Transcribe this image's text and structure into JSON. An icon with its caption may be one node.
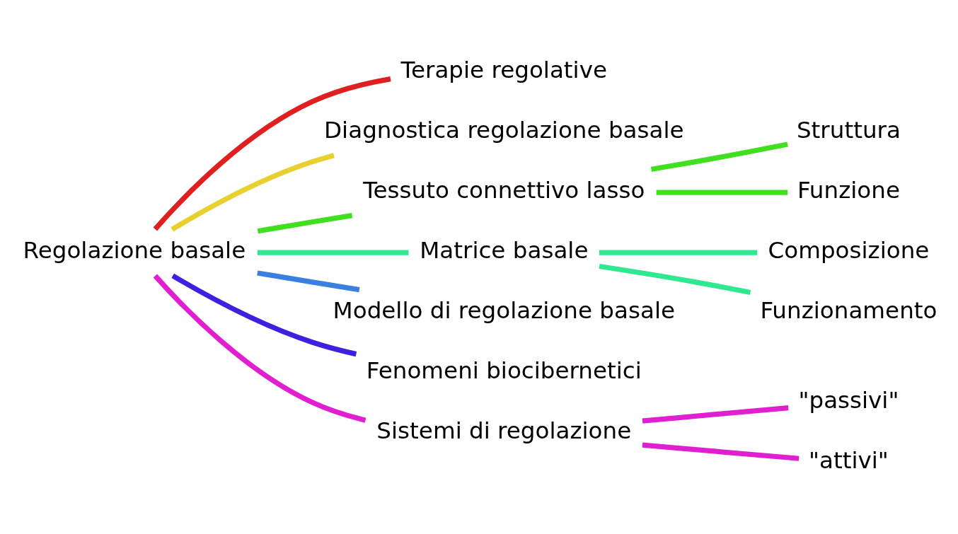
{
  "diagram": {
    "nodes": [
      {
        "text": [
          "Regolazione basale"
        ]
      },
      {
        "text": [
          "Terapie regolative"
        ]
      },
      {
        "text": [
          "Diagnostica regolazione basale"
        ]
      },
      {
        "text": [
          "Tessuto connettivo lasso"
        ]
      },
      {
        "text": [
          "Struttura"
        ]
      },
      {
        "text": [
          "Funzione"
        ]
      },
      {
        "text": [
          "Matrice basale"
        ]
      },
      {
        "text": [
          "Composizione"
        ]
      },
      {
        "text": [
          "Funzionamento"
        ]
      },
      {
        "text": [
          "Modello di regolazione basale"
        ]
      },
      {
        "text": [
          "Fenomeni biocibernetici"
        ]
      },
      {
        "text": [
          "Sistemi di regolazione"
        ]
      },
      {
        "text": [
          "\"passivi\""
        ]
      },
      {
        "text": [
          "\"attivi\""
        ]
      }
    ],
    "edges": [
      {
        "from": 0,
        "to": 1,
        "arrow": "none",
        "color": "#e02020"
      },
      {
        "from": 0,
        "to": 2,
        "arrow": "none",
        "color": "#e8d030"
      },
      {
        "from": 0,
        "to": 3,
        "arrow": "none",
        "color": "#40e020"
      },
      {
        "from": 3,
        "to": 4,
        "arrow": "none",
        "color": "#40e020"
      },
      {
        "from": 3,
        "to": 5,
        "arrow": "none",
        "color": "#40e020"
      },
      {
        "from": 0,
        "to": 6,
        "arrow": "none",
        "color": "#30e890"
      },
      {
        "from": 6,
        "to": 7,
        "arrow": "none",
        "color": "#30e890"
      },
      {
        "from": 6,
        "to": 8,
        "arrow": "none",
        "color": "#30e890"
      },
      {
        "from": 0,
        "to": 9,
        "arrow": "none",
        "color": "#3a80e0"
      },
      {
        "from": 0,
        "to": 10,
        "arrow": "none",
        "color": "#4020e0"
      },
      {
        "from": 0,
        "to": 11,
        "arrow": "none",
        "color": "#e020d0"
      },
      {
        "from": 11,
        "to": 12,
        "arrow": "none",
        "color": "#e020d0"
      },
      {
        "from": 11,
        "to": 13,
        "arrow": "none",
        "color": "#e020d0"
      }
    ]
  }
}
